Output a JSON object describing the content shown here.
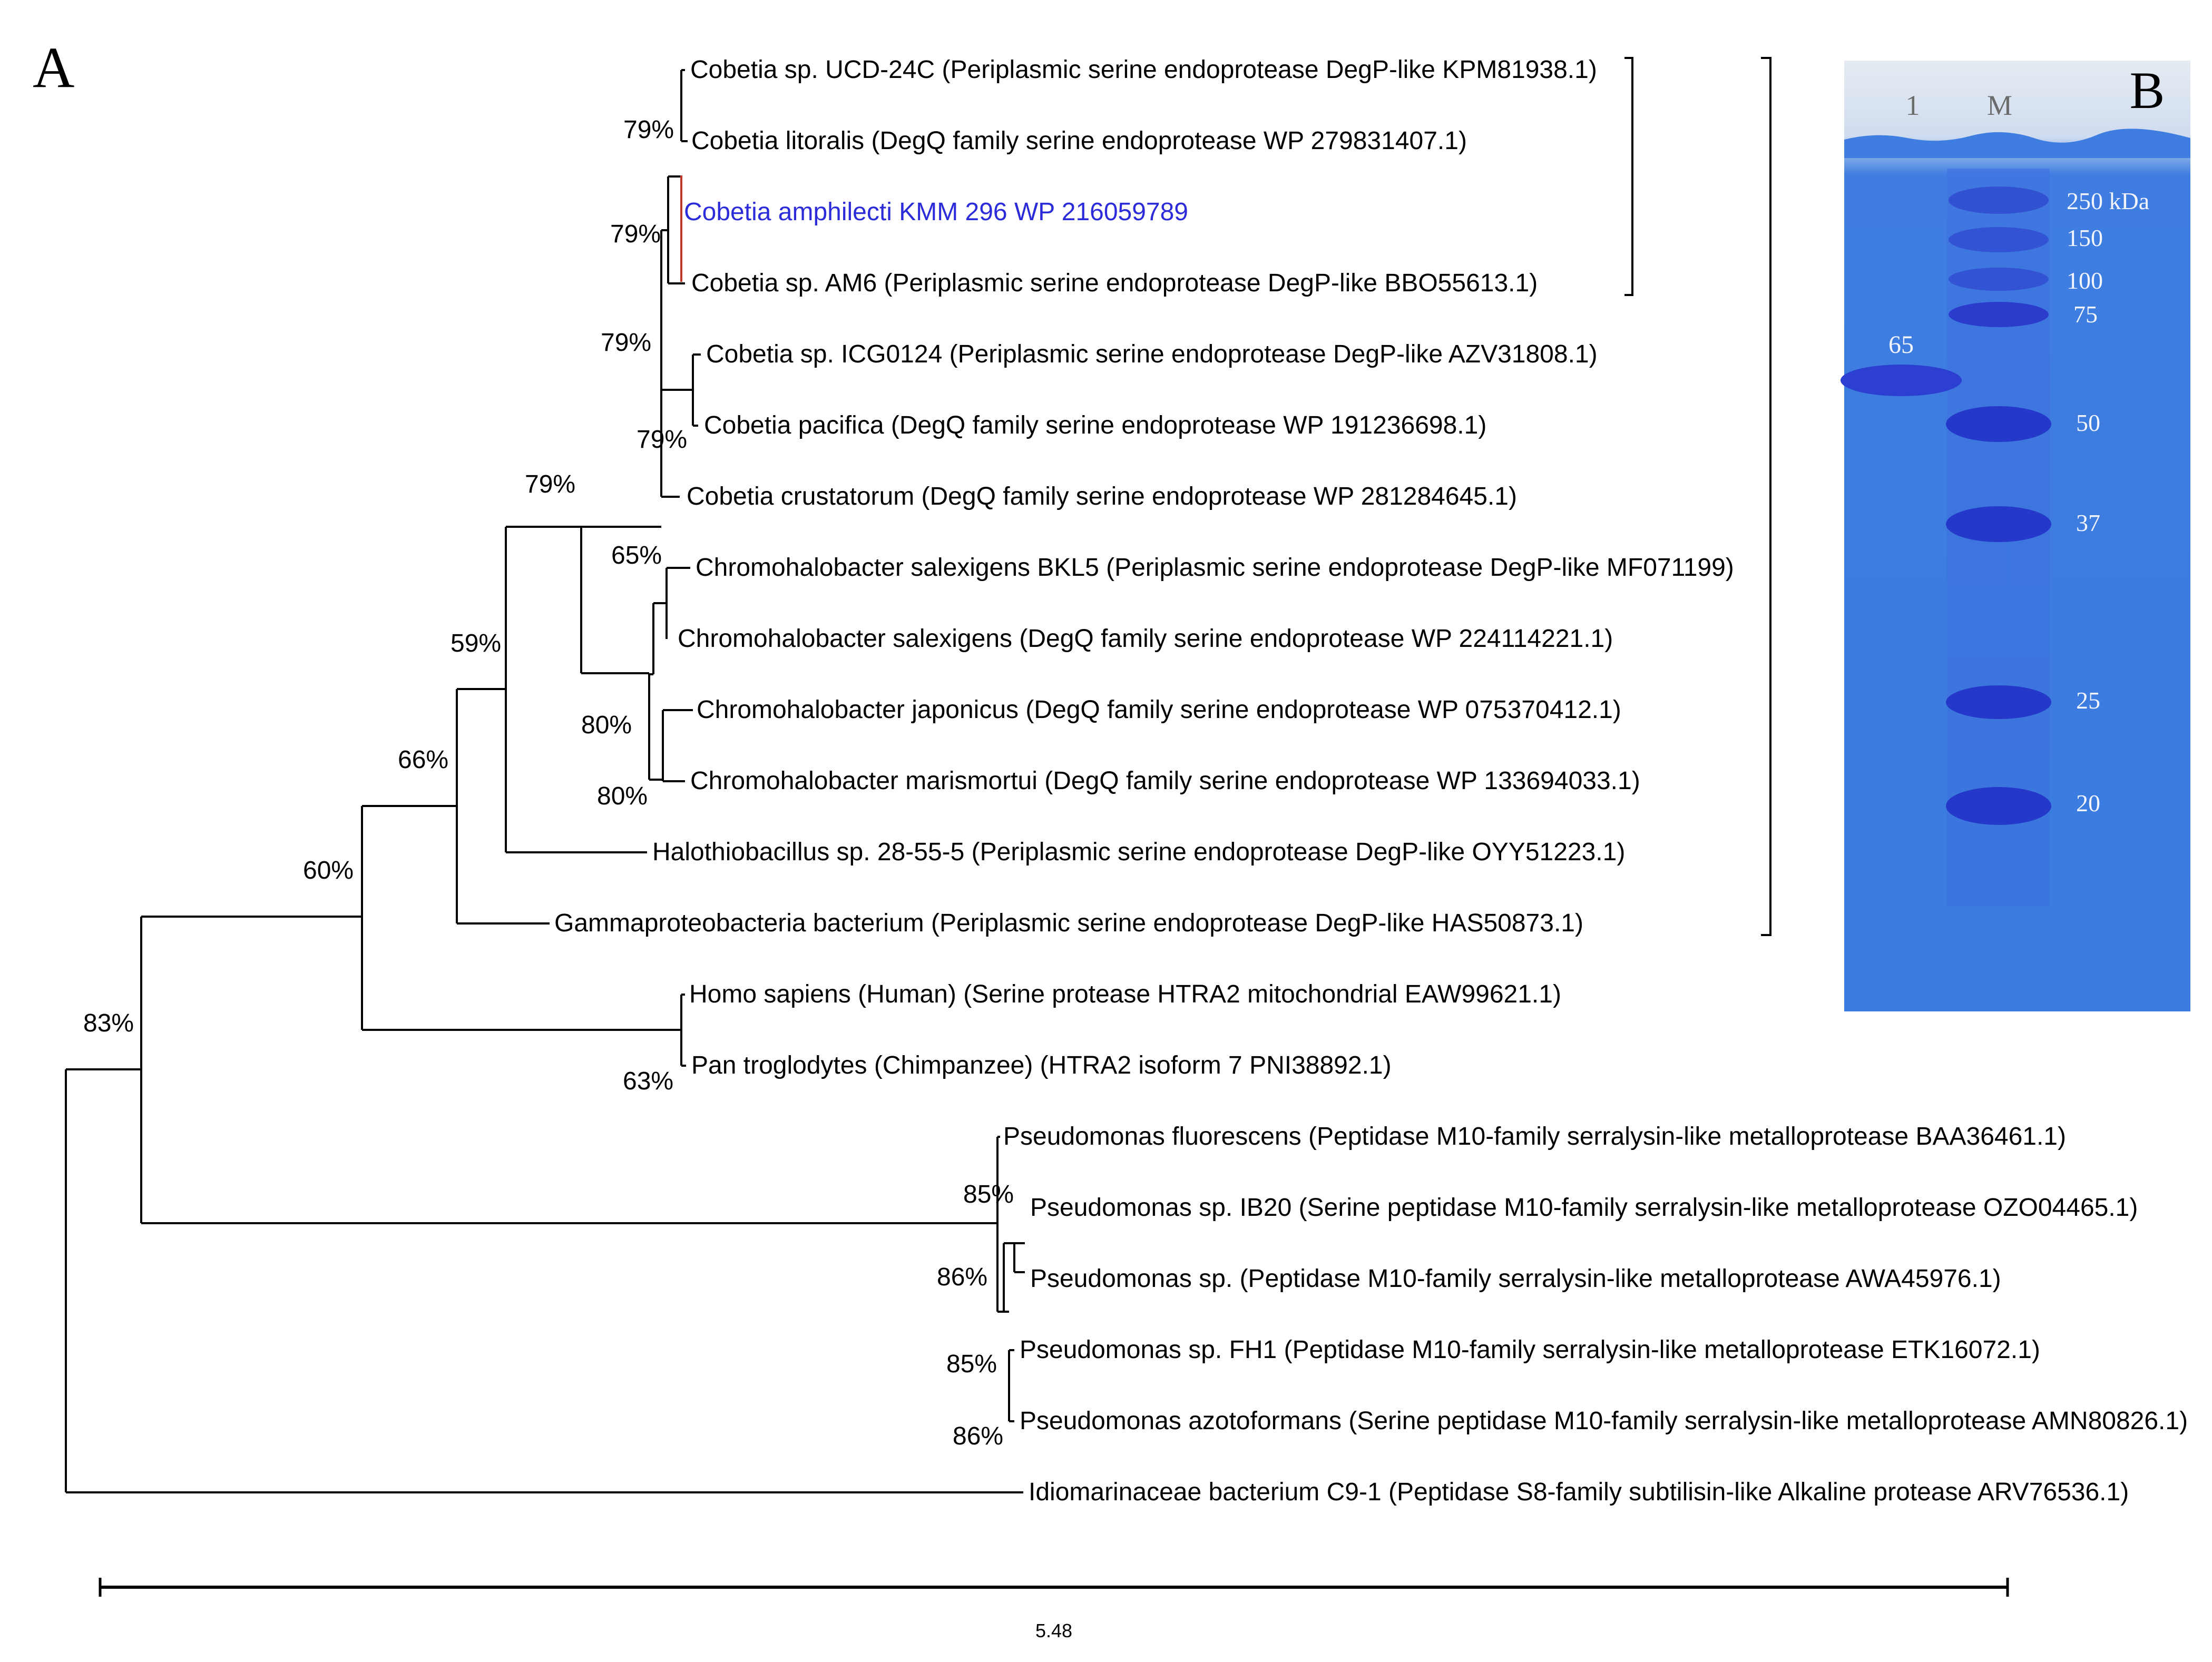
{
  "panel_a_label": "A",
  "panel_b_label": "B",
  "colors": {
    "line": "#000000",
    "highlight_label": "#2b2bd9",
    "highlight_branch": "#c0392b",
    "gel_background": "#3c7fe3",
    "gel_band": "#2438c9",
    "gel_text": "#f2f4ff"
  },
  "tree": {
    "taxa": [
      "Cobetia sp. UCD-24C (Periplasmic serine endoprotease DegP-like KPM81938.1)",
      "Cobetia litoralis (DegQ family serine endoprotease WP 279831407.1)",
      "Cobetia amphilecti KMM 296 WP 216059789",
      "Cobetia sp. AM6 (Periplasmic serine endoprotease DegP-like BBO55613.1)",
      "Cobetia sp. ICG0124 (Periplasmic serine endoprotease DegP-like AZV31808.1)",
      "Cobetia pacifica (DegQ family serine endoprotease WP 191236698.1)",
      "Cobetia crustatorum (DegQ family serine endoprotease WP 281284645.1)",
      "Chromohalobacter salexigens BKL5 (Periplasmic serine endoprotease DegP-like MF071199)",
      "Chromohalobacter salexigens (DegQ family serine endoprotease WP 224114221.1)",
      "Chromohalobacter japonicus (DegQ family serine endoprotease WP 075370412.1)",
      "Chromohalobacter marismortui (DegQ family serine endoprotease WP 133694033.1)",
      "Halothiobacillus sp. 28-55-5 (Periplasmic serine endoprotease DegP-like OYY51223.1)",
      "Gammaproteobacteria bacterium (Periplasmic serine endoprotease DegP-like HAS50873.1)",
      "Homo sapiens (Human) (Serine protease HTRA2 mitochondrial EAW99621.1)",
      "Pan troglodytes (Chimpanzee) (HTRA2 isoform 7 PNI38892.1)",
      "Pseudomonas fluorescens (Peptidase M10-family serralysin-like metalloprotease BAA36461.1)",
      "Pseudomonas sp. IB20 (Serine peptidase M10-family serralysin-like metalloprotease OZO04465.1)",
      "Pseudomonas sp. (Peptidase M10-family serralysin-like metalloprotease AWA45976.1)",
      "Pseudomonas sp. FH1 (Peptidase M10-family serralysin-like metalloprotease ETK16072.1)",
      "Pseudomonas azotoformans (Serine peptidase M10-family serralysin-like metalloprotease AMN80826.1)",
      "Idiomarinaceae bacterium C9-1 (Peptidase S8-family subtilisin-like Alkaline protease ARV76536.1)"
    ],
    "highlighted_taxon": "Cobetia amphilecti KMM 296 WP 216059789",
    "bootstrap": [
      "79%",
      "79%",
      "79%",
      "79%",
      "79%",
      "65%",
      "80%",
      "80%",
      "59%",
      "66%",
      "60%",
      "63%",
      "83%",
      "85%",
      "86%",
      "85%",
      "86%"
    ],
    "scale_value": "5.48"
  },
  "gel": {
    "lane_labels": [
      "1",
      "M"
    ],
    "sample_band_label": "65",
    "marker_labels": [
      "250 kDa",
      "150",
      "100",
      "75",
      "50",
      "37",
      "25",
      "20"
    ]
  }
}
